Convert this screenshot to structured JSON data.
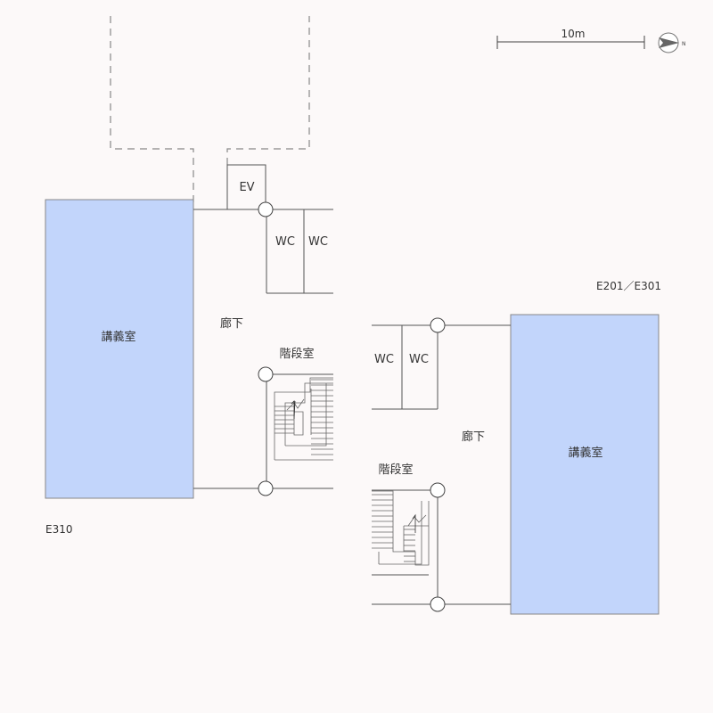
{
  "scale": {
    "label": "10m"
  },
  "north_arrow": {
    "letter": "N"
  },
  "colors": {
    "lecture_room": "#c2d5fb",
    "background": "#fcf9f9",
    "wall": "#555555"
  },
  "buildings": {
    "e310": {
      "code": "E310",
      "lecture_room": "講義室",
      "corridor": "廊下",
      "stairwell": "階段室",
      "elevator": "EV",
      "wc_1": "WC",
      "wc_2": "WC"
    },
    "e201": {
      "code": "E201／E301",
      "lecture_room": "講義室",
      "corridor": "廊下",
      "stairwell": "階段室",
      "wc_1": "WC",
      "wc_2": "WC"
    }
  }
}
